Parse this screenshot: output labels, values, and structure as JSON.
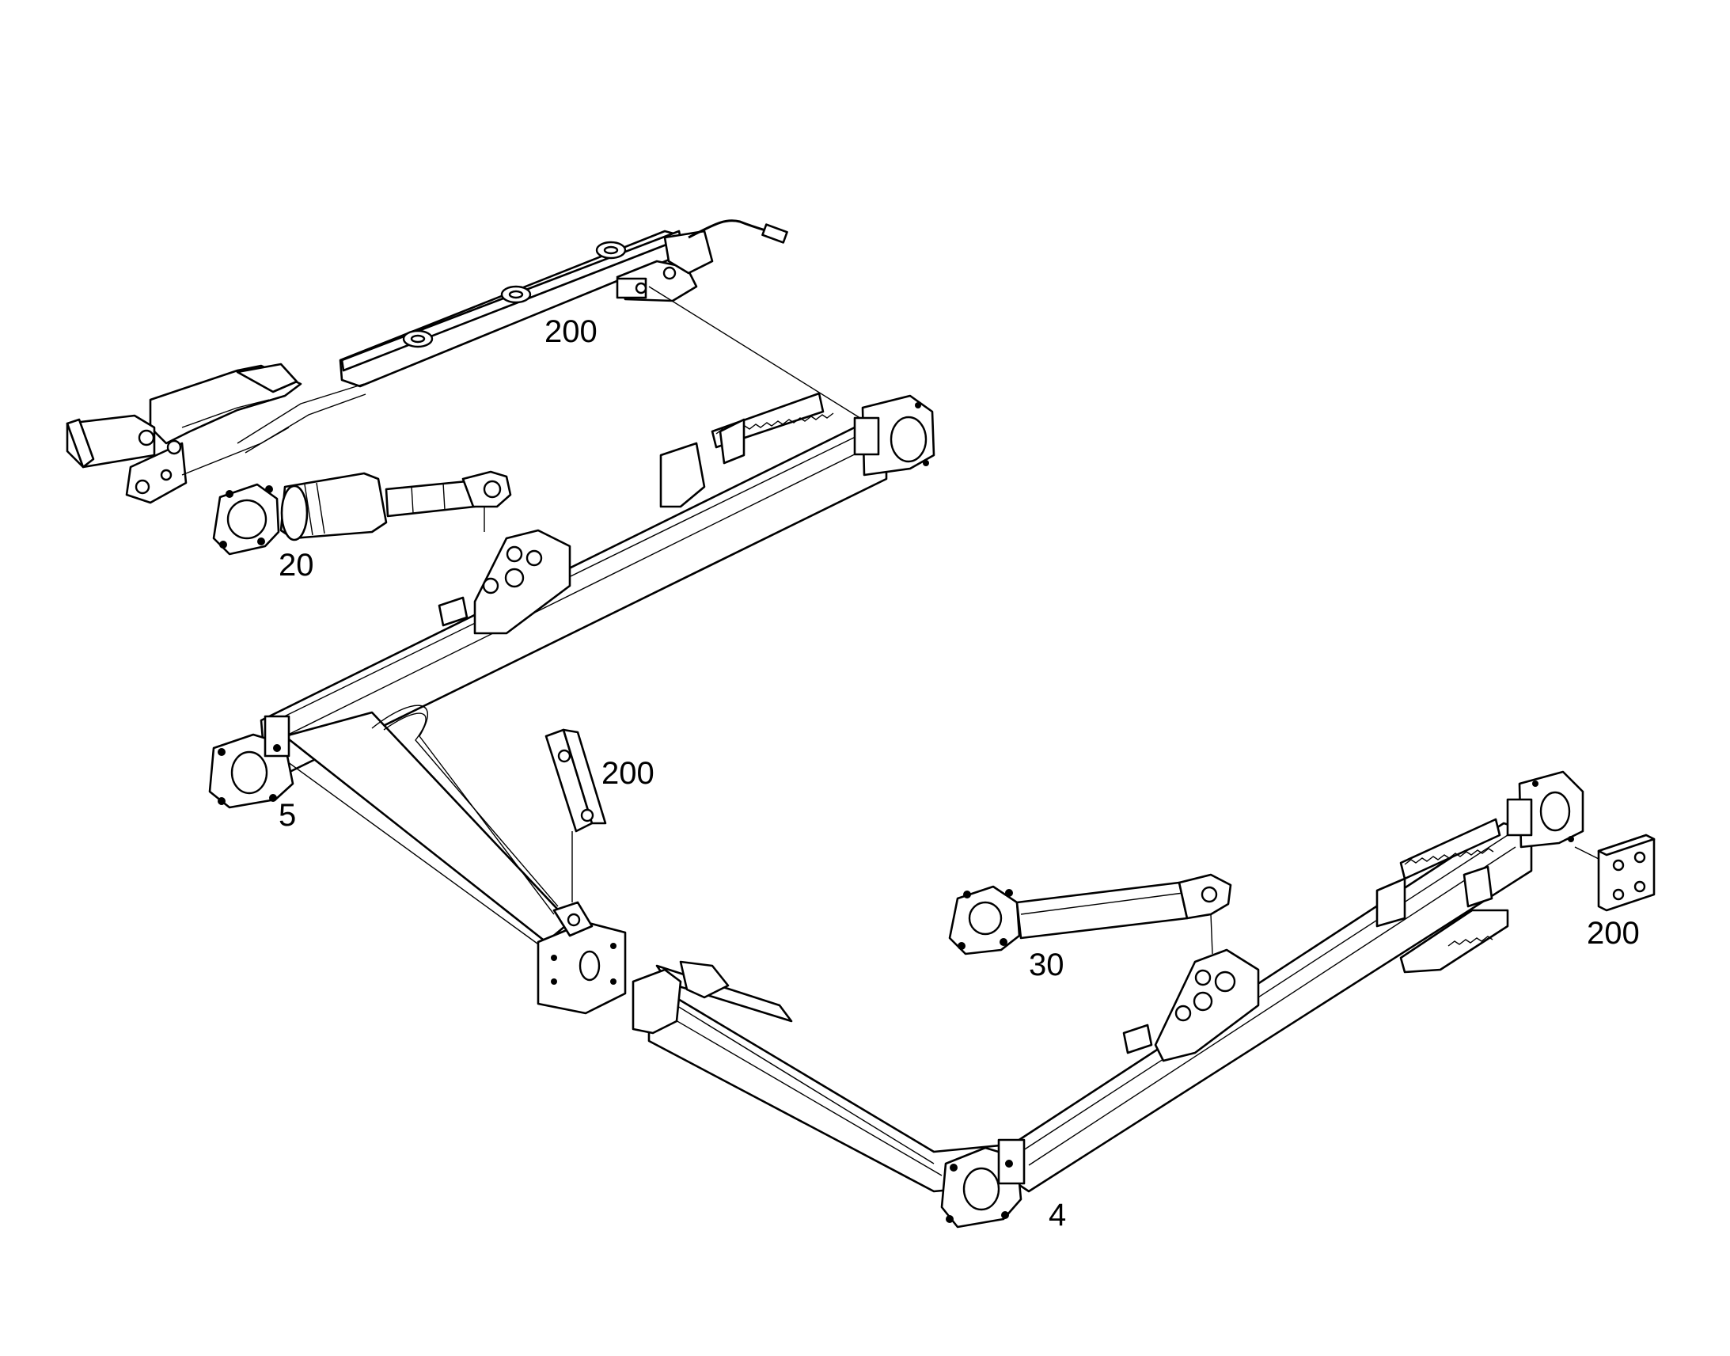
{
  "callouts": {
    "top_assembly": "200",
    "cylinder": "20",
    "left_beam": "5",
    "link_plate": "200",
    "right_beam": "4",
    "right_cylinder": "30",
    "end_plate": "200"
  }
}
